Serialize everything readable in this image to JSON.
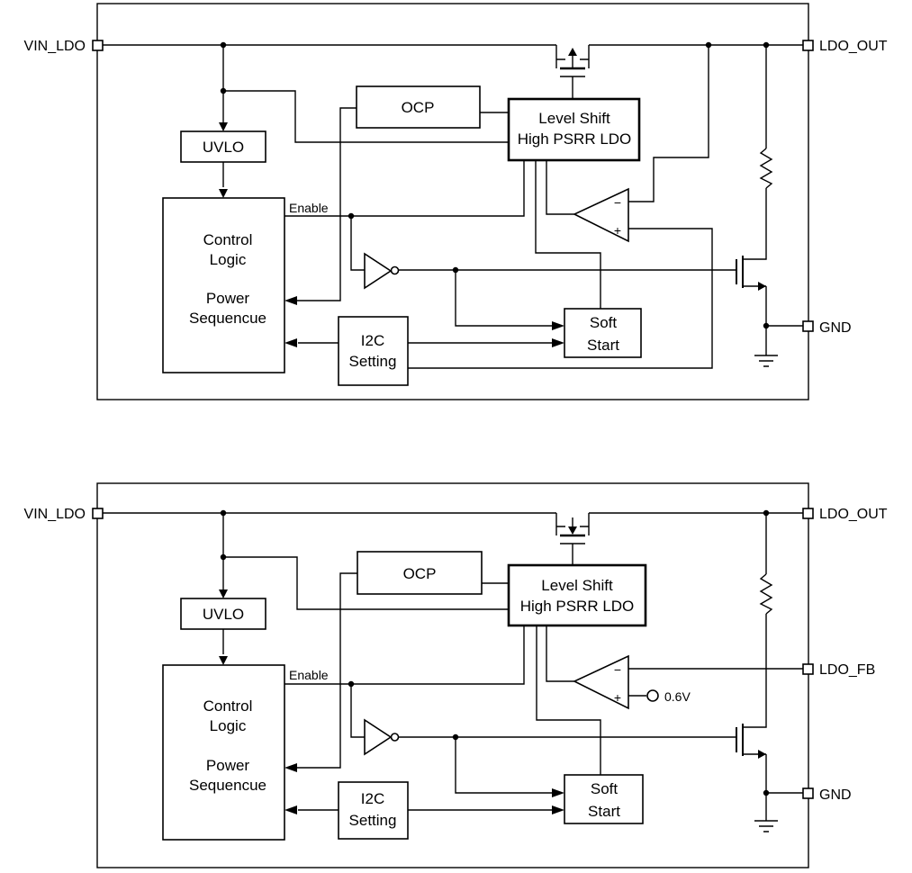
{
  "diagram_top": {
    "pins": {
      "vin": "VIN_LDO",
      "ldo_out": "LDO_OUT",
      "gnd": "GND"
    },
    "blocks": {
      "ocp": "OCP",
      "level_shift_line1": "Level Shift",
      "level_shift_line2": "High PSRR LDO",
      "uvlo": "UVLO",
      "control_line1": "Control",
      "control_line2": "Logic",
      "control_line3": "Power",
      "control_line4": "Sequencue",
      "i2c_line1": "I2C",
      "i2c_line2": "Setting",
      "soft_line1": "Soft",
      "soft_line2": "Start"
    },
    "labels": {
      "enable": "Enable",
      "minus": "−",
      "plus": "+"
    }
  },
  "diagram_bottom": {
    "pins": {
      "vin": "VIN_LDO",
      "ldo_out": "LDO_OUT",
      "ldo_fb": "LDO_FB",
      "gnd": "GND"
    },
    "blocks": {
      "ocp": "OCP",
      "level_shift_line1": "Level Shift",
      "level_shift_line2": "High PSRR LDO",
      "uvlo": "UVLO",
      "control_line1": "Control",
      "control_line2": "Logic",
      "control_line3": "Power",
      "control_line4": "Sequencue",
      "i2c_line1": "I2C",
      "i2c_line2": "Setting",
      "soft_line1": "Soft",
      "soft_line2": "Start"
    },
    "labels": {
      "enable": "Enable",
      "minus": "−",
      "plus": "+",
      "vref": "0.6V"
    }
  }
}
